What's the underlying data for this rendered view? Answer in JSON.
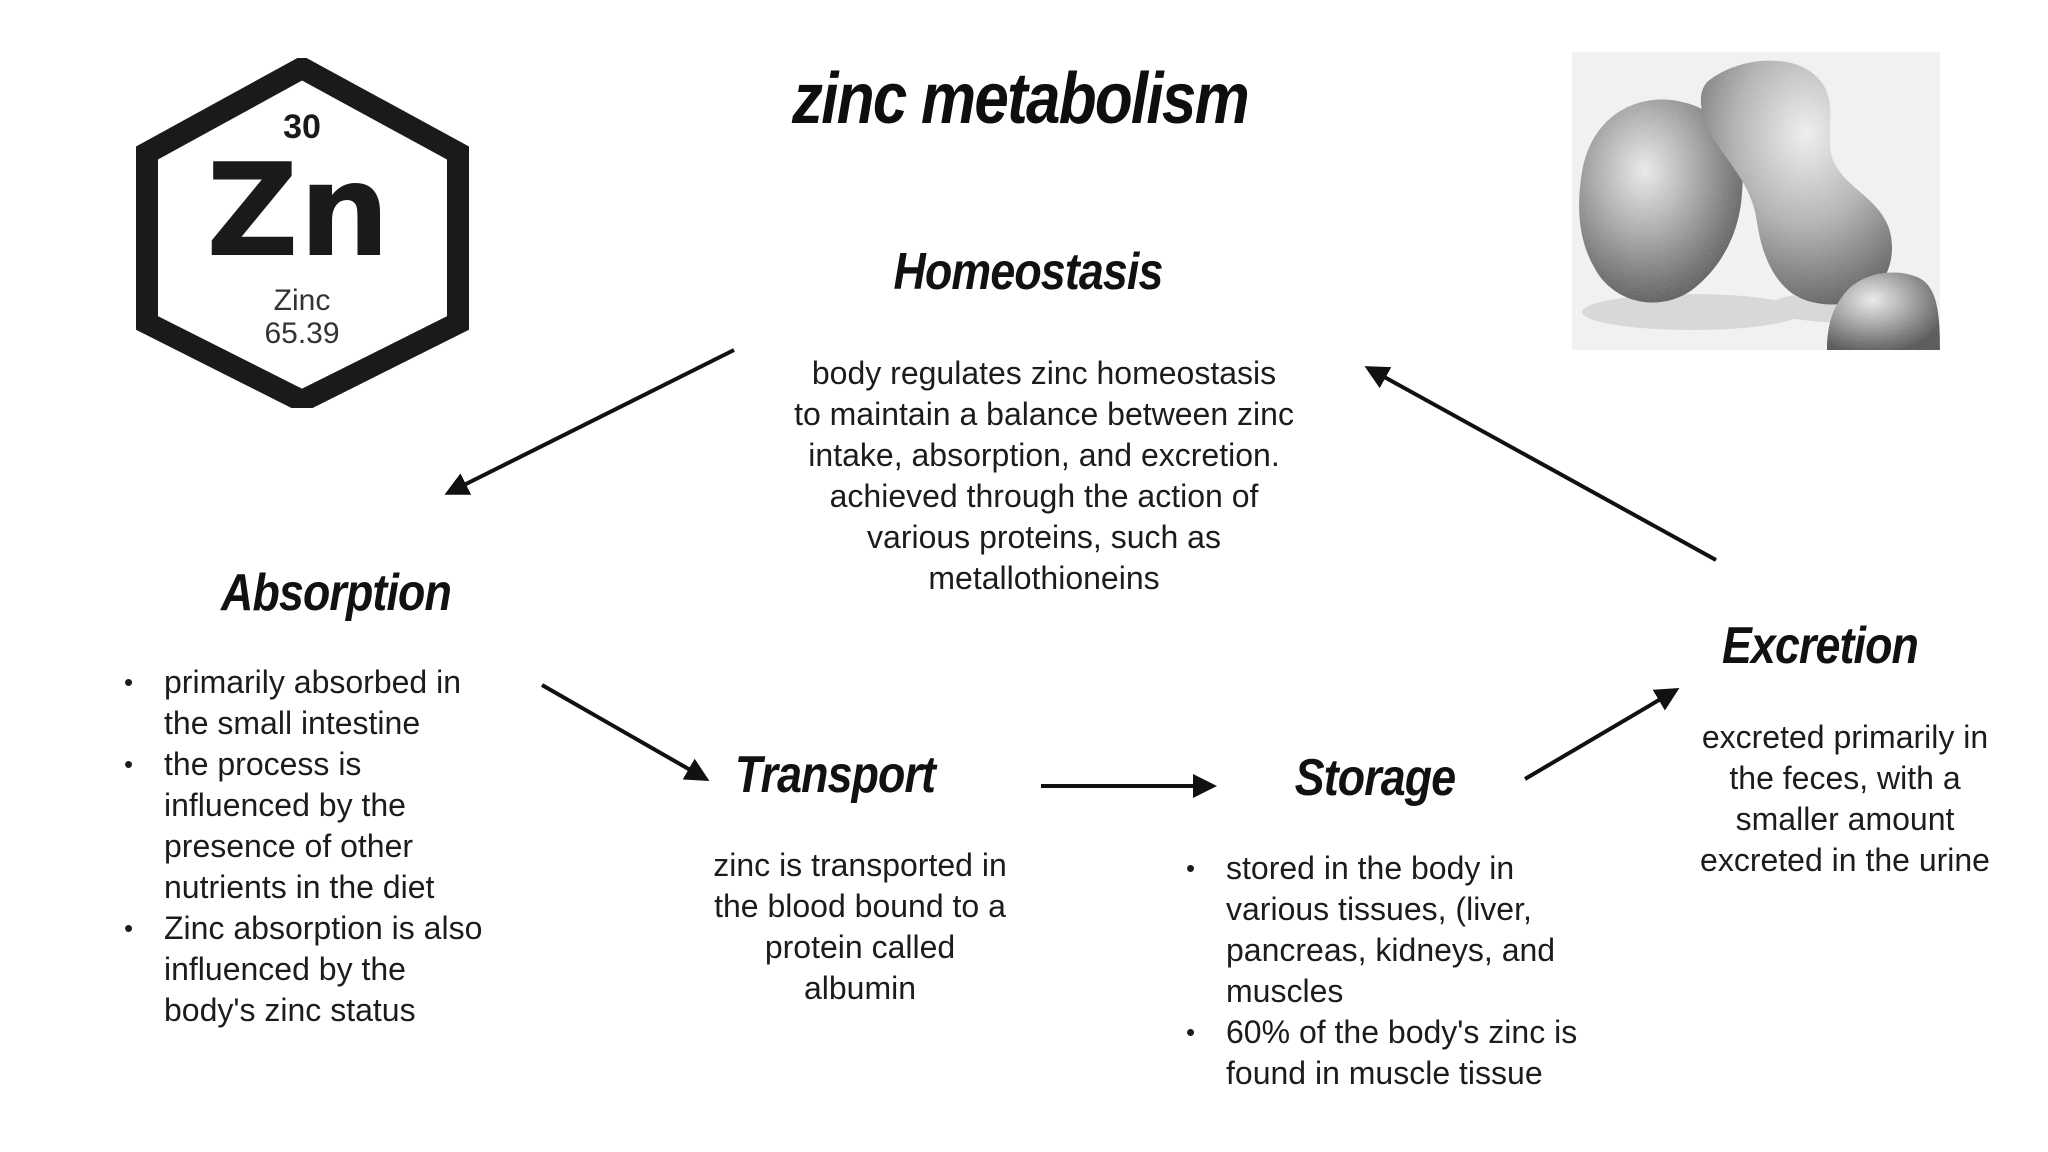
{
  "title": "zinc metabolism",
  "element": {
    "atomic_number": "30",
    "symbol": "Zn",
    "name": "Zinc",
    "mass": "65.39"
  },
  "homeostasis": {
    "heading": "Homeostasis",
    "lines": [
      "body regulates zinc homeostasis",
      "to maintain a balance between zinc",
      "intake, absorption, and excretion.",
      "achieved through the action of",
      "various proteins, such as",
      "metallothioneins"
    ]
  },
  "absorption": {
    "heading": "Absorption",
    "bullets": [
      [
        "primarily absorbed in",
        "the small intestine"
      ],
      [
        "the process is",
        "influenced by the",
        "presence of other",
        "nutrients in the diet"
      ],
      [
        "Zinc absorption is also",
        "influenced by the",
        "body's zinc status"
      ]
    ]
  },
  "transport": {
    "heading": "Transport",
    "lines": [
      "zinc is transported in",
      "the blood bound to a",
      "protein called",
      "albumin"
    ]
  },
  "storage": {
    "heading": "Storage",
    "bullets": [
      [
        "stored in the body in",
        "various tissues, (liver,",
        "pancreas, kidneys, and",
        "muscles"
      ],
      [
        "60% of the body's zinc is",
        "found in muscle tissue"
      ]
    ]
  },
  "excretion": {
    "heading": "Excretion",
    "lines": [
      "excreted primarily in",
      "the feces, with a",
      "smaller amount",
      "excreted in the urine"
    ]
  },
  "colors": {
    "text": "#151515",
    "arrow": "#111111",
    "badge": "#1a1a1a"
  }
}
